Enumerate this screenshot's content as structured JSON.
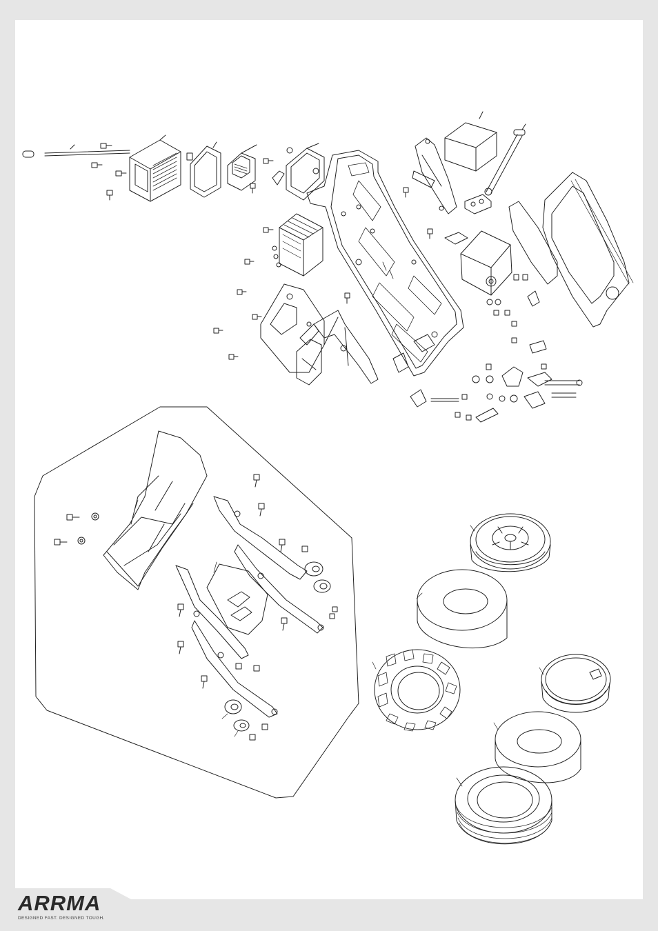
{
  "brand": {
    "logo_text": "ARRMA",
    "tagline": "DESIGNED FAST. DESIGNED TOUGH."
  },
  "colors": {
    "background": "#e6e6e6",
    "sheet": "#ffffff",
    "line": "#222222",
    "logo": "#2a2a2a"
  },
  "drawing": {
    "assemblies": [
      "chassis",
      "electronics-bay",
      "rear-wing-and-suspension-inset",
      "wheel-and-tire-front",
      "wheel-and-tire-rear"
    ]
  }
}
